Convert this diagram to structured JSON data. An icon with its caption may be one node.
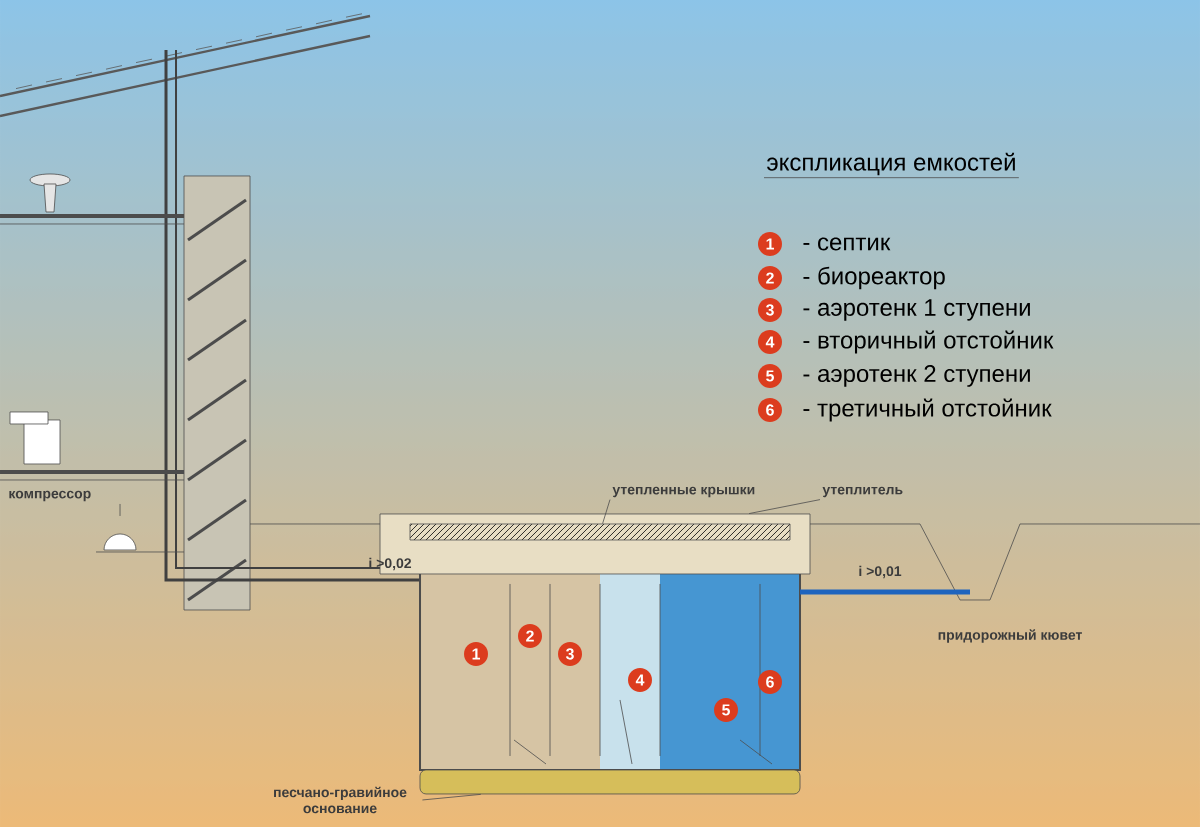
{
  "diagram": {
    "title": "экспликация емкостей",
    "nodes": [
      {
        "text": [
          "1"
        ],
        "beside": [
          "- септик"
        ]
      },
      {
        "text": [
          "2"
        ],
        "beside": [
          "- биореактор"
        ]
      },
      {
        "text": [
          "3"
        ],
        "beside": [
          "- аэротенк 1 ступени"
        ]
      },
      {
        "text": [
          "4"
        ],
        "beside": [
          "- вторичный отстойник"
        ]
      },
      {
        "text": [
          "5"
        ],
        "beside": [
          "- аэротенк 2 ступени"
        ]
      },
      {
        "text": [
          "6"
        ],
        "beside": [
          "- третичный отстойник"
        ]
      },
      {
        "text": [
          "утепленные крышки"
        ]
      },
      {
        "text": [
          "утеплитель"
        ]
      },
      {
        "text": [],
        "shape": "box"
      },
      {
        "text": [],
        "shape": "box",
        "in": 8
      },
      {
        "text": [
          "1"
        ]
      },
      {
        "text": [
          "2"
        ]
      },
      {
        "text": [
          "3"
        ]
      },
      {
        "text": [
          "4"
        ]
      },
      {
        "text": [
          "5"
        ]
      },
      {
        "text": [
          "6"
        ]
      },
      {
        "text": [
          "песчано-гравийное основание"
        ]
      },
      {
        "text": [],
        "shape": "bar"
      }
    ],
    "edges": [
      {
        "from": 6,
        "to": 9,
        "arrow": "none"
      },
      {
        "from": 7,
        "to": 8,
        "arrow": "none"
      },
      {
        "from": 16,
        "to": 17,
        "arrow": "none"
      }
    ],
    "labels": [
      "компрессор",
      "i >0,02",
      "i >0,01",
      "придорожный кювет"
    ]
  }
}
